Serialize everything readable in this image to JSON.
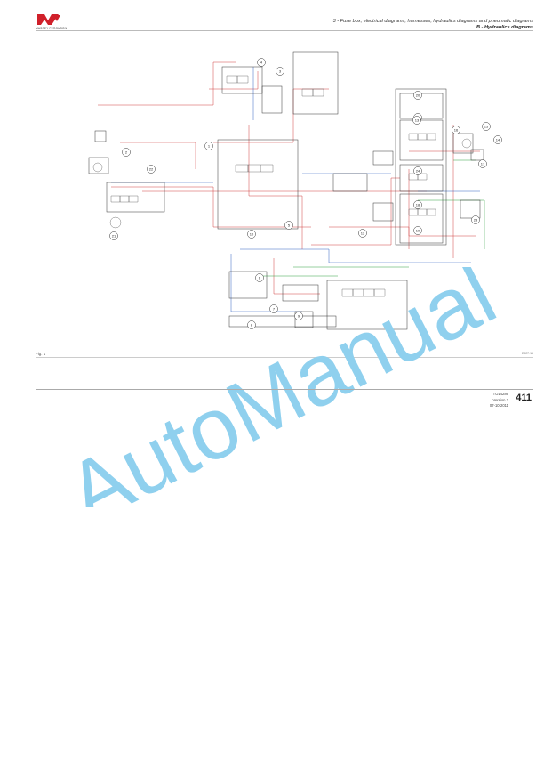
{
  "header": {
    "brand_text": "MASSEY FERGUSON",
    "section_title": "3 - Fuse box, electrical diagrams, harnesses, hydraulics diagrams and pneumatic diagrams",
    "subsection_title": "B - Hydraulics diagrams"
  },
  "figure": {
    "label": "Fig. 1",
    "code": "E027.15",
    "callouts": [
      "1",
      "2",
      "3",
      "4",
      "5",
      "6",
      "7",
      "8",
      "9",
      "10",
      "11",
      "12",
      "13",
      "14",
      "15",
      "16",
      "17",
      "18",
      "19",
      "20",
      "21",
      "22",
      "23",
      "24"
    ]
  },
  "footer": {
    "doc_code": "TO14286",
    "version": "Version 2",
    "date": "07-10-2011",
    "page_number": "411"
  },
  "watermark": {
    "text": "AutoManual",
    "color": "#8fd0ee"
  },
  "colors": {
    "brand_red": "#d0202a",
    "line_red": "#d04040",
    "line_blue": "#3060c0",
    "line_green": "#30a040",
    "line_dark": "#333333"
  }
}
